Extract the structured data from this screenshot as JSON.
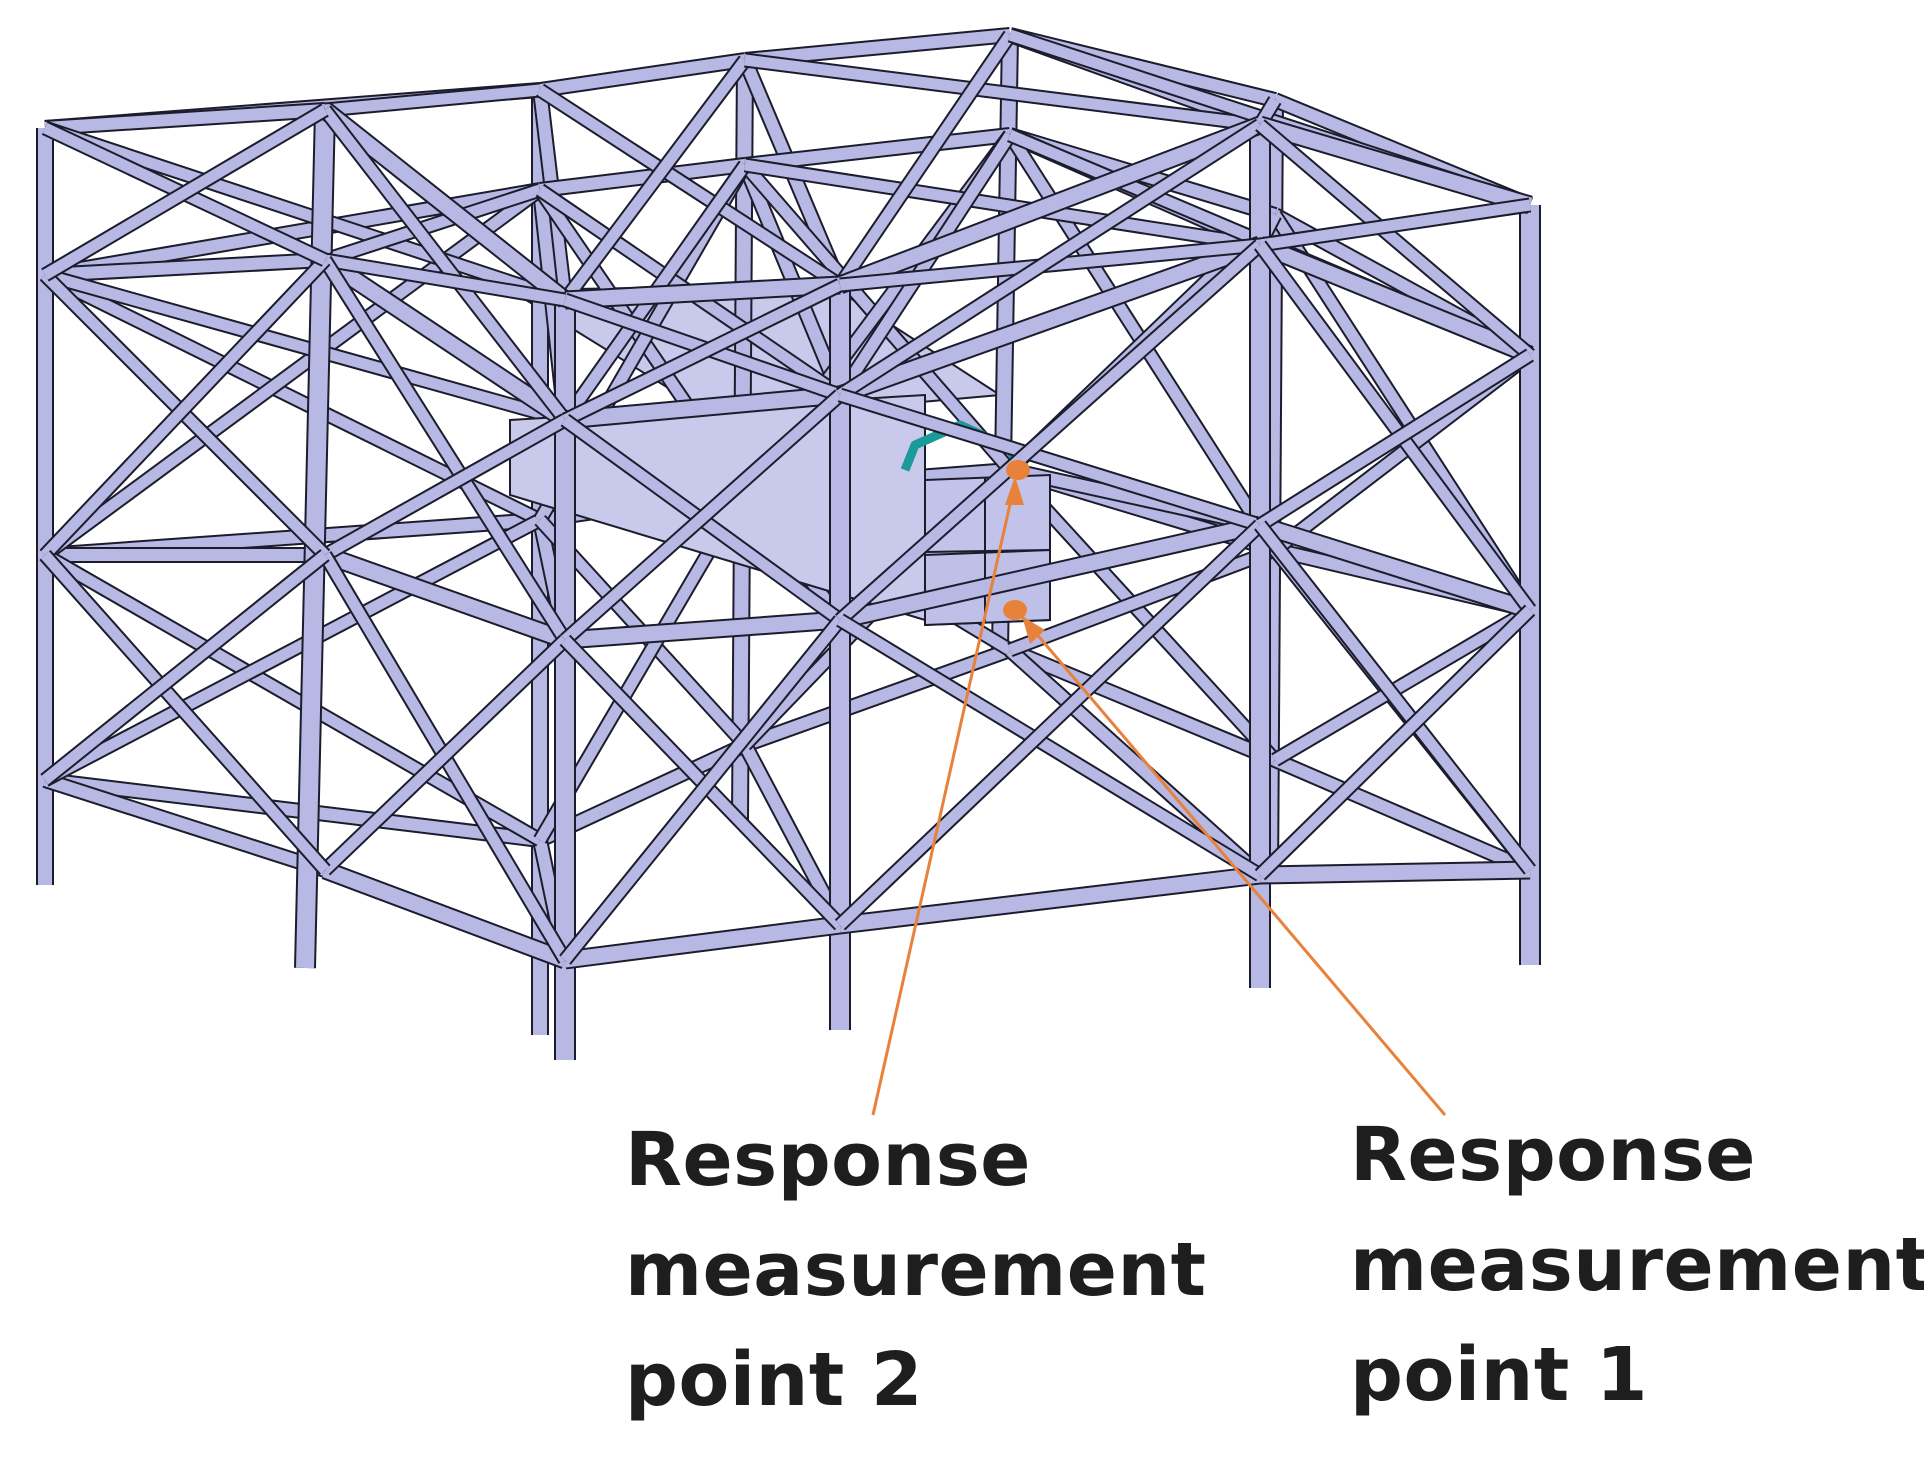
{
  "labels": {
    "point2": [
      "Response",
      "measurement",
      "point 2"
    ],
    "point1": [
      "Response",
      "measurement",
      "point 1"
    ]
  },
  "colors": {
    "beam_fill": "#b7b8e3",
    "beam_edge": "#1c1c2c",
    "panel_fill": "#c9caeb",
    "bracket": "#1a9a9a",
    "marker": "#e8823a",
    "leader_line": "#e8823a",
    "label_text": "#1e1e1e"
  },
  "icons": [
    "steel-frame",
    "equipment-box",
    "support-bracket",
    "measurement-point-marker"
  ]
}
